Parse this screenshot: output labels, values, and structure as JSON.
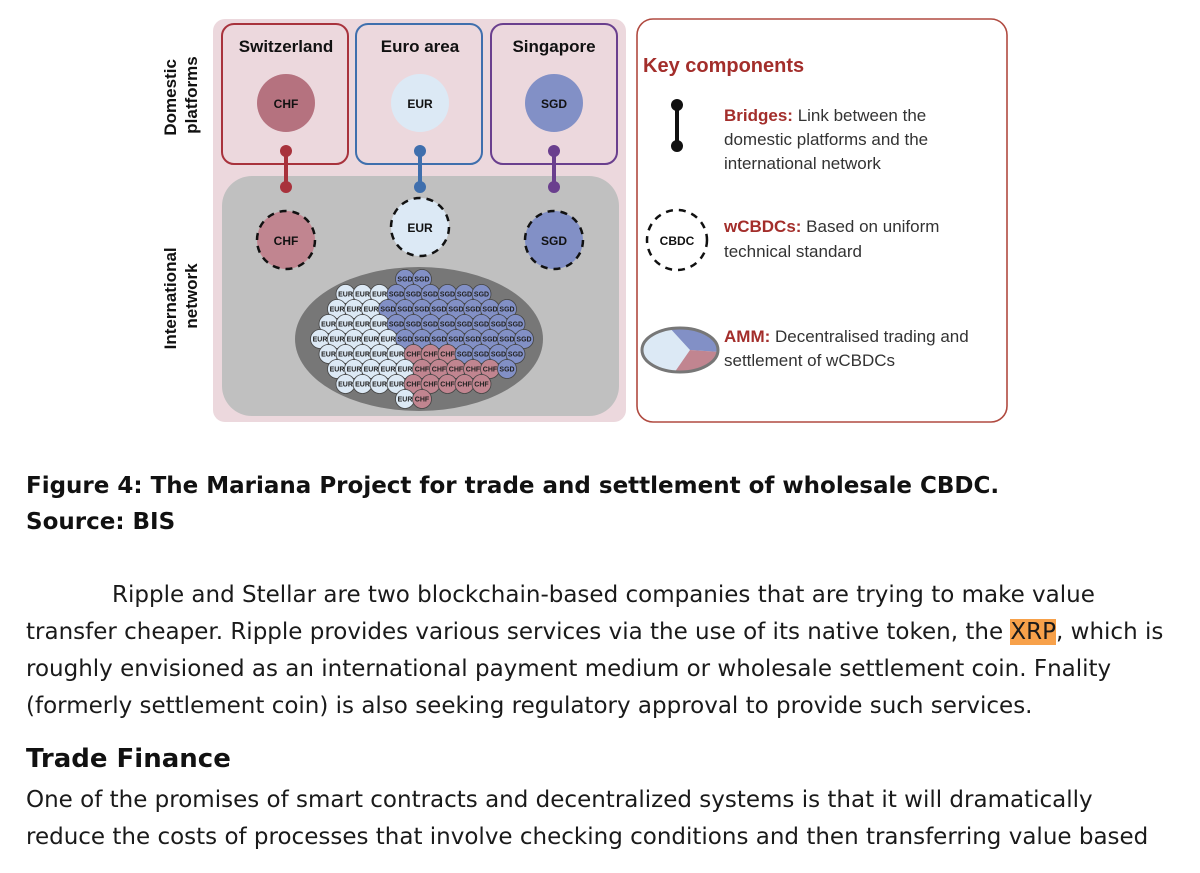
{
  "figure": {
    "side_labels": {
      "domestic": [
        "Domestic",
        "platforms"
      ],
      "international": [
        "International",
        "network"
      ]
    },
    "platforms": [
      {
        "name": "Switzerland",
        "currency": "CHF",
        "color": "#b5727f",
        "border": "#a8323c",
        "bridge": "#a8323c",
        "token_fill": "#c18590"
      },
      {
        "name": "Euro area",
        "currency": "EUR",
        "color": "#dce9f5",
        "border": "#3f6fad",
        "bridge": "#3f6fad",
        "token_fill": "#dce9f5"
      },
      {
        "name": "Singapore",
        "currency": "SGD",
        "color": "#8290c6",
        "border": "#6a3f8e",
        "bridge": "#6a3f8e",
        "token_fill": "#8290c6"
      }
    ],
    "key": {
      "title": "Key components",
      "items": [
        {
          "term": "Bridges:",
          "text_lines": [
            " Link between the",
            "domestic platforms and the",
            "international network"
          ]
        },
        {
          "term": "wCBDCs:",
          "text_lines": [
            " Based on uniform",
            "technical standard"
          ],
          "icon_label": "CBDC"
        },
        {
          "term": "AMM:",
          "text_lines": [
            " Decentralised trading and",
            "settlement of wCBDCs"
          ]
        }
      ]
    },
    "colors": {
      "panel_bg": "#ecd8dd",
      "network_bg": "#c0c0c0",
      "amm_bg": "#777777",
      "accent_red": "#a32e2b",
      "key_border": "#b04a40"
    }
  },
  "caption": {
    "line1": "Figure 4: The Mariana Project for trade and settlement of wholesale CBDC.",
    "line2": "Source: BIS"
  },
  "paragraph1": {
    "before": "Ripple and Stellar are two blockchain-based companies that are trying to make value transfer cheaper. Ripple provides various services via the use of its native token, the ",
    "highlight": "XRP",
    "after": ", which is roughly envisioned as an international payment medium or wholesale settlement coin. Fnality (formerly settlement coin) is also seeking regulatory approval to provide such services."
  },
  "section": {
    "heading": "Trade Finance",
    "text": "One of the promises of smart contracts and decentralized systems is that it will dramatically reduce the costs of processes that involve checking conditions and then transferring value based"
  }
}
